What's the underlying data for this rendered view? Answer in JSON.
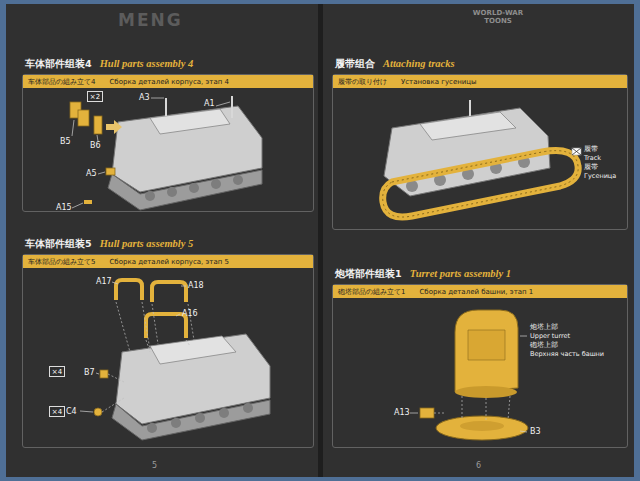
{
  "diagram": {
    "nodes": [
      {
        "text": [
          "车体部件组装4",
          "Hull parts assembly 4"
        ]
      },
      {
        "text": [
          "车体部品の組み立て4",
          "Сборка деталей корпуса, этап 4"
        ],
        "in": 0
      },
      {
        "text": [
          "×2"
        ],
        "in": 0
      },
      {
        "text": [
          "车体部件组装5",
          "Hull parts assembly 5"
        ]
      },
      {
        "text": [
          "车体部品の組み立て5",
          "Сборка деталей корпуса, этап 5"
        ],
        "in": 3
      },
      {
        "text": [
          "×4"
        ],
        "in": 3
      },
      {
        "text": [
          "×4"
        ],
        "in": 3
      },
      {
        "text": [
          "履带组合",
          "Attaching tracks"
        ]
      },
      {
        "text": [
          "履帯の取り付け",
          "Установка гусеницы"
        ],
        "in": 7
      },
      {
        "text": [
          "炮塔部件组装1",
          "Turret parts assembly 1"
        ]
      },
      {
        "text": [
          "砲塔部品の組み立て1",
          "Сборка деталей башни, этап 1"
        ],
        "in": 9
      }
    ],
    "labels": [
      "MENG",
      "WORLD-WAR TOONS",
      "A3",
      "A1",
      "B5",
      "B6",
      "A5",
      "A15",
      "A17",
      "A18",
      "A16",
      "B7",
      "C4",
      "履带",
      "Track",
      "履帯",
      "Гусеница",
      "炮塔上部",
      "Upper turret",
      "砲塔上部",
      "Верхняя часть башни",
      "A13",
      "B3",
      "5",
      "6"
    ]
  }
}
